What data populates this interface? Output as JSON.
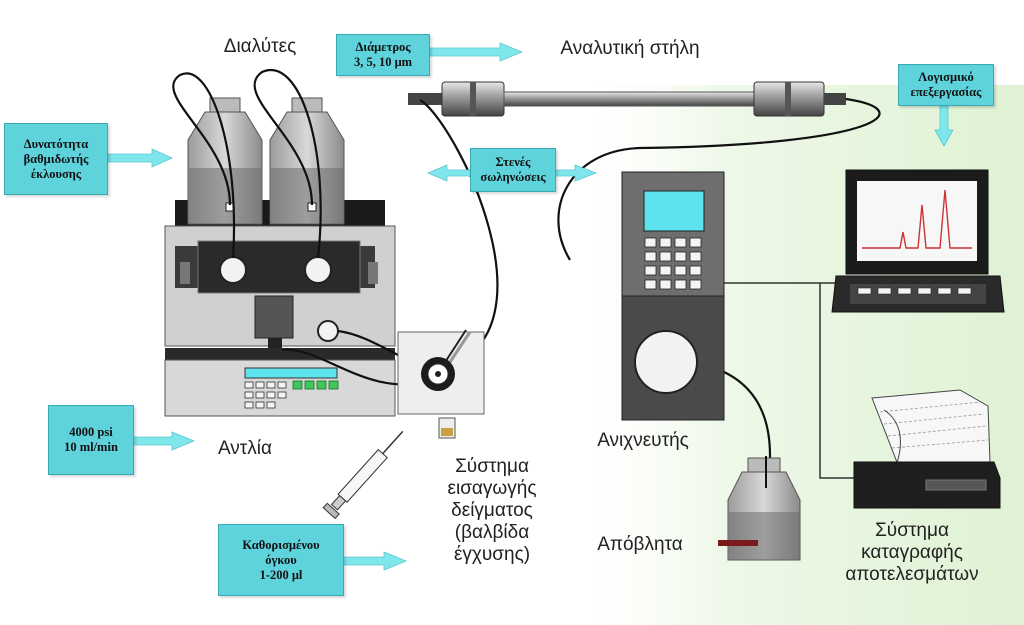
{
  "labels": {
    "solvents": "Διαλύτες",
    "column": "Αναλυτική στήλη",
    "pump": "Αντλία",
    "injection": [
      "Σύστημα",
      "εισαγωγής",
      "δείγματος",
      "(βαλβίδα",
      "έγχυσης)"
    ],
    "detector": "Ανιχνευτής",
    "waste": "Απόβλητα",
    "recorder": [
      "Σύστημα",
      "καταγραφής",
      "αποτελεσμάτων"
    ]
  },
  "callouts": {
    "gradient": [
      "Δυνατότητα",
      "βαθμιδωτής",
      "έκλουσης"
    ],
    "diameter": [
      "Διάμετρος",
      "3, 5, 10 μm"
    ],
    "software": [
      "Λογισμικό",
      "επεξεργασίας"
    ],
    "tubing": [
      "Στενές",
      "σωληνώσεις"
    ],
    "pressure": [
      "4000 psi",
      "10 ml/min"
    ],
    "volume": [
      "Καθορισμένου",
      "όγκου",
      "1-200 μl"
    ]
  },
  "colors": {
    "callout_fill": "#5fd3dc",
    "arrow": "#7fe6ec",
    "background_panel": "#e8f6e0",
    "screen": "#5ee3ee",
    "chromatogram": "#cc3333"
  },
  "icons": [
    "solvent-bottle-icon",
    "pump-icon",
    "injection-valve-icon",
    "syringe-icon",
    "column-icon",
    "detector-icon",
    "computer-icon",
    "printer-icon",
    "waste-bottle-icon"
  ]
}
